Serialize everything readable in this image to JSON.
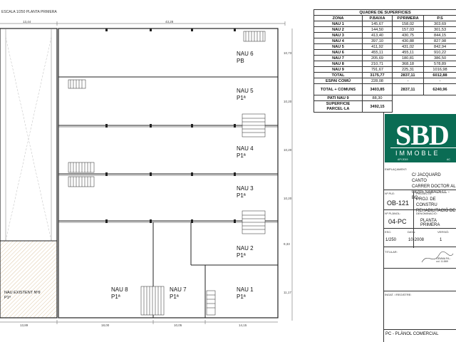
{
  "header_text": "ESCALA 1/250 PLANTA PRIMERA",
  "plan": {
    "dims_top": [
      "13,44",
      "43,28"
    ],
    "dims_right": [
      "10,73",
      "10,20",
      "10,20",
      "10,20",
      "9,33",
      "11,17"
    ],
    "dims_bottom": [
      "13,89",
      "18,00",
      "10,05",
      "14,15"
    ],
    "naus": [
      {
        "name": "NAU 6",
        "floor": "PB"
      },
      {
        "name": "NAU 5",
        "floor": "P1ª"
      },
      {
        "name": "NAU 4",
        "floor": "P1ª"
      },
      {
        "name": "NAU 3",
        "floor": "P1ª"
      },
      {
        "name": "NAU 2",
        "floor": "P1ª"
      },
      {
        "name": "NAU 1",
        "floor": "P1ª"
      },
      {
        "name": "NAU 8",
        "floor": "P1ª"
      },
      {
        "name": "NAU 7",
        "floor": "P1ª"
      }
    ],
    "existing": {
      "name": "NAU EXISTENT Nº9",
      "floor": "P1ª"
    }
  },
  "table": {
    "title": "QUADRE DE SUPERFICIES",
    "headers": [
      "ZONA",
      "P.BAIXA",
      "P.PRIMERA",
      "P.S"
    ],
    "rows": [
      {
        "zona": "NAU 1",
        "pb": "145,67",
        "pp": "158,02",
        "ps": "303,69"
      },
      {
        "zona": "NAU 2",
        "pb": "144,50",
        "pp": "157,03",
        "ps": "301,53"
      },
      {
        "zona": "NAU 3",
        "pb": "413,40",
        "pp": "430,75",
        "ps": "844,15"
      },
      {
        "zona": "NAU 4",
        "pb": "397,10",
        "pp": "430,88",
        "ps": "827,98"
      },
      {
        "zona": "NAU 5",
        "pb": "411,92",
        "pp": "431,02",
        "ps": "842,94"
      },
      {
        "zona": "NAU 6",
        "pb": "455,11",
        "pp": "455,11",
        "ps": "910,22"
      },
      {
        "zona": "NAU 7",
        "pb": "205,69",
        "pp": "180,81",
        "ps": "386,50"
      },
      {
        "zona": "NAU 8",
        "pb": "210,71",
        "pp": "368,18",
        "ps": "578,89"
      },
      {
        "zona": "NAU 9",
        "pb": "791,67",
        "pp": "225,31",
        "ps": "1016,98"
      },
      {
        "zona": "TOTAL",
        "pb": "3175,77",
        "pp": "2837,11",
        "ps": "6012,88"
      }
    ],
    "espai_comu": {
      "label": "ESPAI COMÚ",
      "pb": "228,08",
      "pp": "-",
      "ps": "-"
    },
    "total_comuns": {
      "label": "TOTAL + COMUNS",
      "pb": "3403,85",
      "pp": "2837,11",
      "ps": "6240,96"
    },
    "pati": {
      "label": "PATI NAU 9",
      "pb": "88,30"
    },
    "superficie": {
      "label": "SUPERFICIE PARCEL·LA",
      "pb": "3492,15"
    }
  },
  "titleblock": {
    "logo": "SBD",
    "logo_sub": "IMMOBLE",
    "logo_api": "API 2019",
    "logo_ac": "AC",
    "emplacament_label": "EMPLAÇAMENT:",
    "address1": "C/ JACQUARD CANTO",
    "address2": "CARRER DOCTOR AL",
    "address3": "08205 SABADELL - BC",
    "projecte_label": "Nº PLE:",
    "projecte_sub": "PROJECTE:",
    "project_no": "OB-121",
    "project_desc1": "PROJ. DE CONSTRU",
    "project_desc2": "REHABILITACIÓ DE",
    "plano_label": "Nº PLÀNOL:",
    "denominacio_label": "DENOMINACIÓ:",
    "plano_no": "04-PC",
    "plano_desc": "PLANTA PRIMERA",
    "esc_label": "ESC:",
    "data_label": "DATA:",
    "versio_label": "VERSIÓ:",
    "escala": "1/250",
    "data": "10-2008",
    "versio": "1",
    "titular_label": "TITULAR:",
    "signature": "GEMMA PA...",
    "signature_sub": "col. 11.869",
    "ingeniero_label": "INGAT. I REGISTRE:",
    "footer": "PC - PLÀNOL COMERCIAL"
  }
}
